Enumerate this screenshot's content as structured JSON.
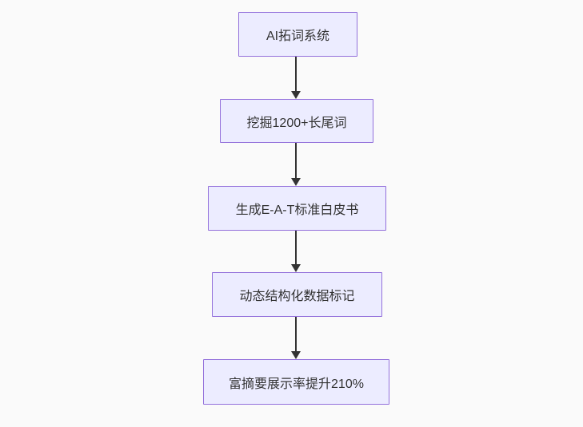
{
  "flowchart": {
    "type": "vertical-flow",
    "nodes": [
      {
        "id": "A",
        "label": "AI拓词系统"
      },
      {
        "id": "B",
        "label": "挖掘1200+长尾词"
      },
      {
        "id": "C",
        "label": "生成E-A-T标准白皮书"
      },
      {
        "id": "D",
        "label": "动态结构化数据标记"
      },
      {
        "id": "E",
        "label": "富摘要展示率提升210%"
      }
    ],
    "edges": [
      {
        "from": "A",
        "to": "B"
      },
      {
        "from": "B",
        "to": "C"
      },
      {
        "from": "C",
        "to": "D"
      },
      {
        "from": "D",
        "to": "E"
      }
    ],
    "colors": {
      "node_fill": "#ECECFF",
      "node_border": "#9370DB",
      "arrow": "#333333",
      "text": "#333333",
      "background": "#fafafa"
    }
  }
}
